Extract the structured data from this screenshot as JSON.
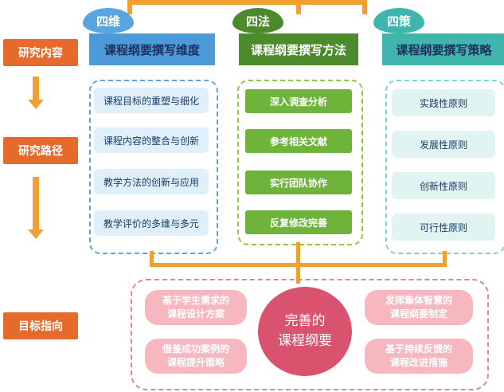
{
  "side_labels": {
    "research_content": "研究内容",
    "research_path": "研究路径",
    "goal_direction": "目标指向"
  },
  "columns": [
    {
      "tag": "四维",
      "header": "课程纲要撰写维度",
      "items": [
        "课程目标的重塑与细化",
        "课程内容的整合与创新",
        "教学方法的创新与应用",
        "教学评价的多维与多元"
      ]
    },
    {
      "tag": "四法",
      "header": "课程纲要撰写方法",
      "items": [
        "深入调查分析",
        "参考相关文献",
        "实行团队协作",
        "反复修改完善"
      ]
    },
    {
      "tag": "四策",
      "header": "课程纲要撰写策略",
      "items": [
        "实践性原则",
        "发展性原则",
        "创新性原则",
        "可行性原则"
      ]
    }
  ],
  "goal": {
    "center": "完善的\n课程纲要",
    "left_items": [
      "基于学生需求的\n课程设计方案",
      "借鉴成功案例的\n课程提升策略"
    ],
    "right_items": [
      "发挥集体智慧的\n课程纲要制定",
      "基于持续反馈的\n课程改进措施"
    ]
  },
  "colors": {
    "orange": "#e66a2c",
    "connector": "#f0a030",
    "blue_header": "#5aa5e0",
    "green_header": "#4c8a2c",
    "teal_header": "#3fb5ae",
    "pink": "#f6b7be",
    "center_circle": "#d9536e"
  }
}
